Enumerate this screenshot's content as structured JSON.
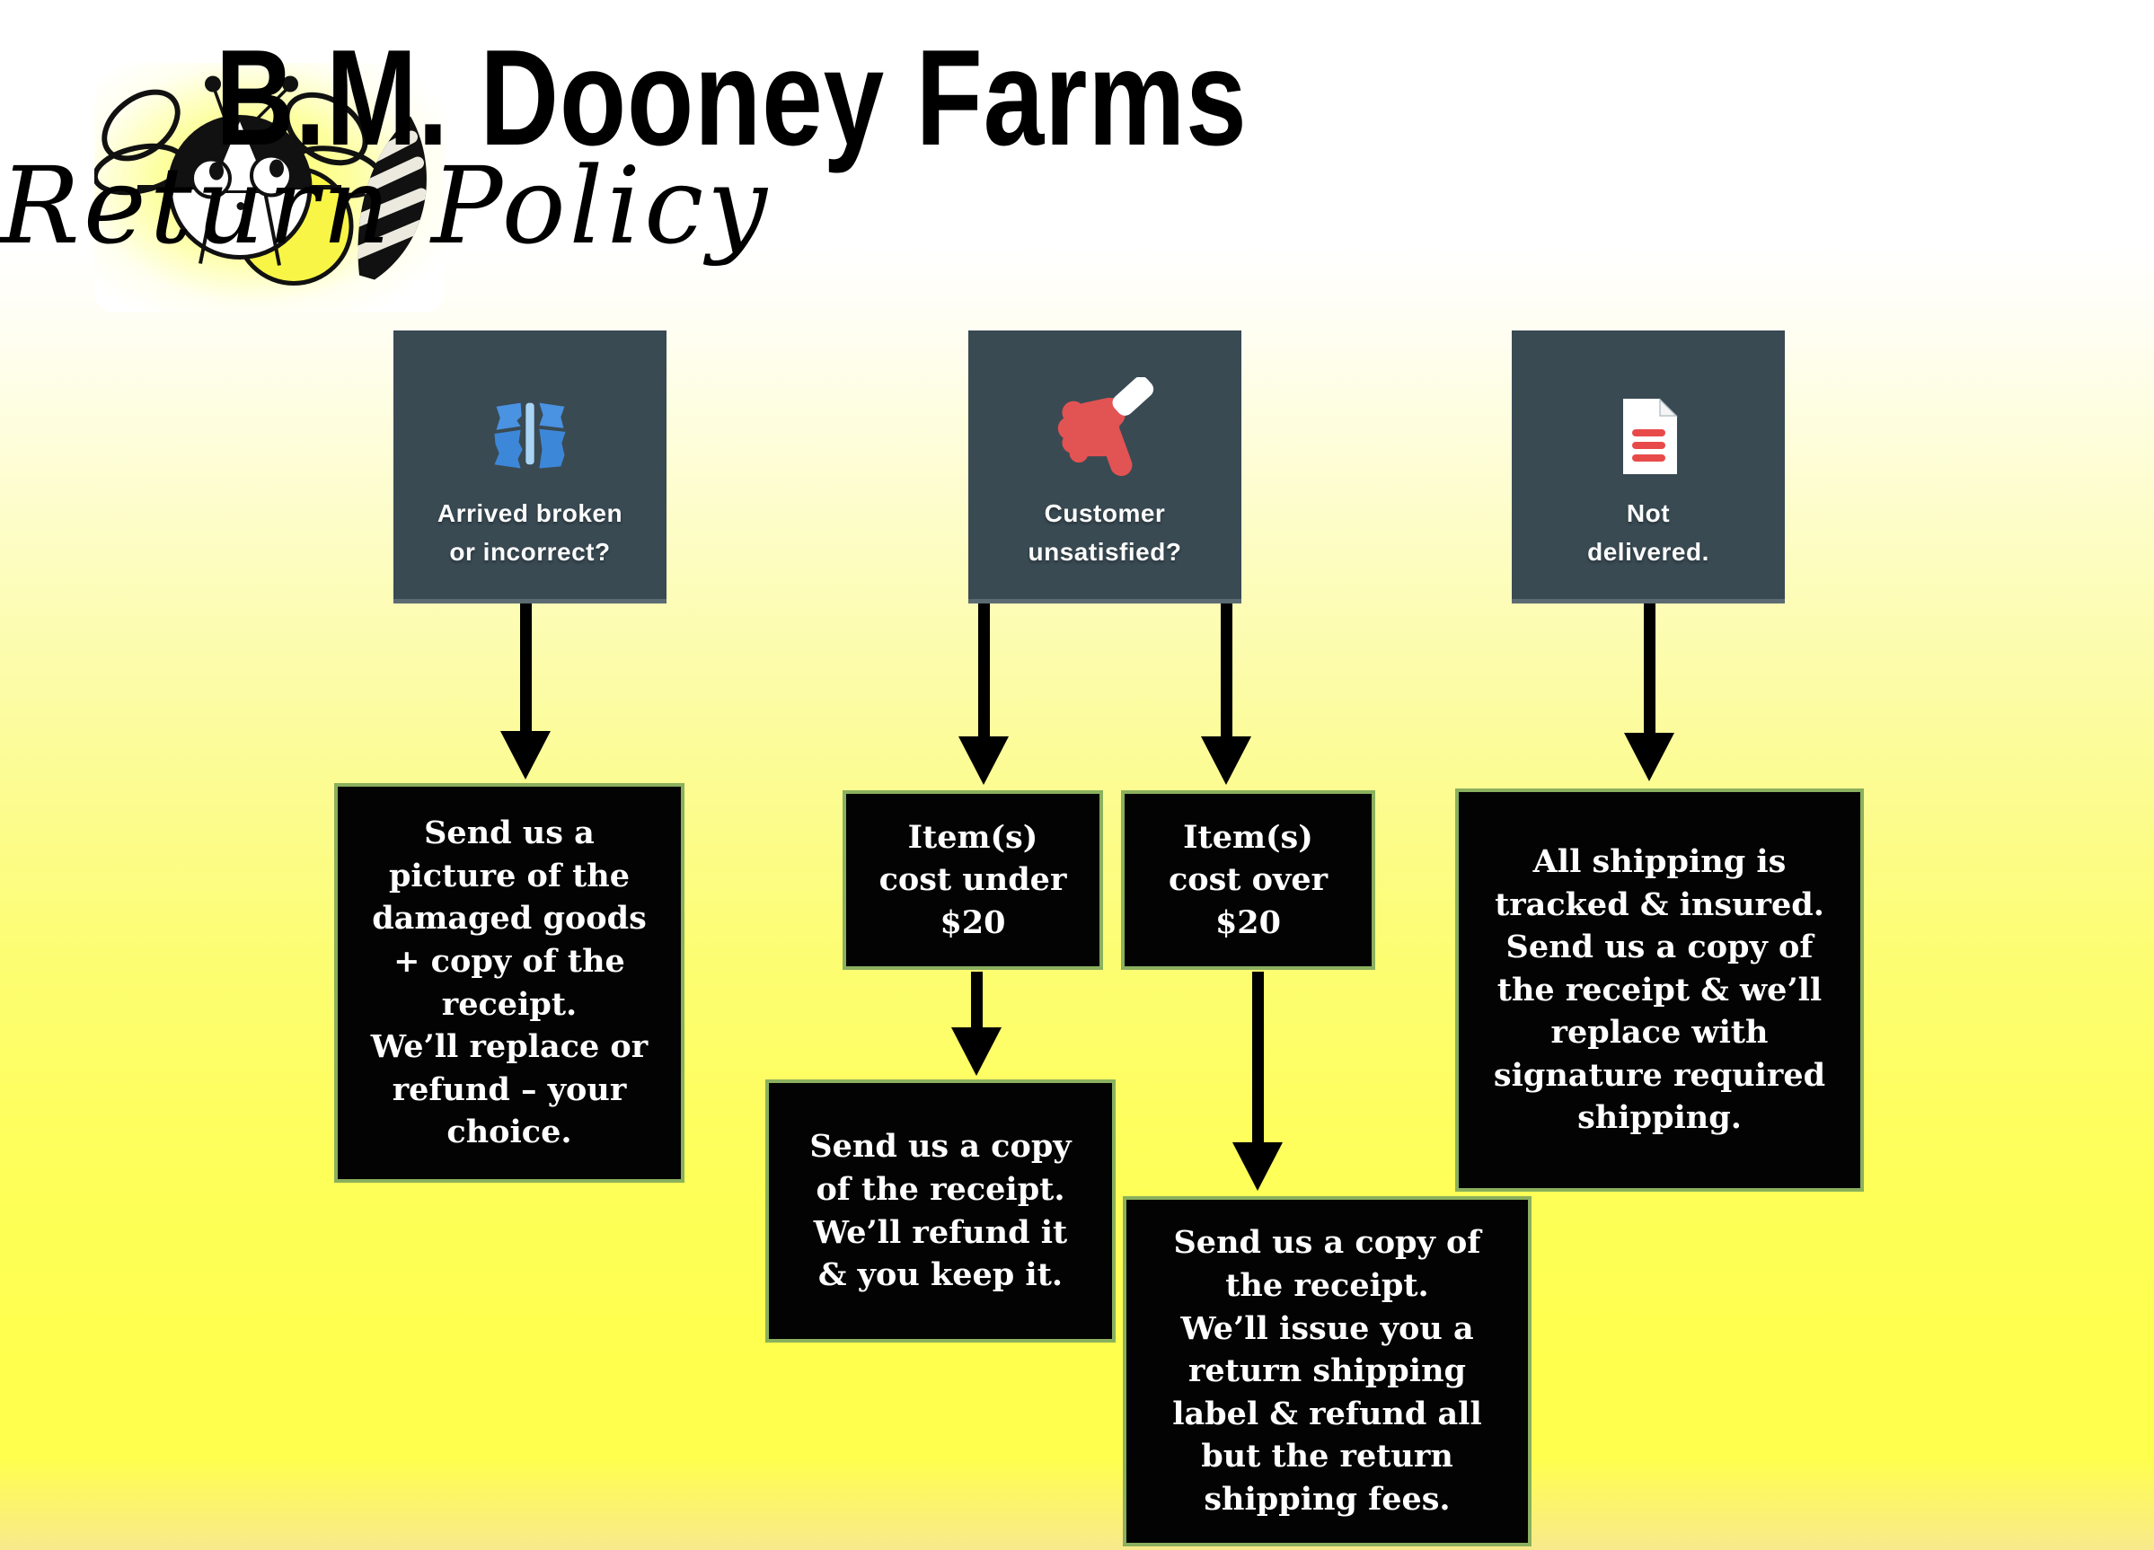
{
  "header": {
    "title": "B.M. Dooney Farms",
    "subtitle": "Return Policy"
  },
  "logo": {
    "name": "bee-logo"
  },
  "colors": {
    "condition_box": "#394a53",
    "outcome_bg": "#030303",
    "outcome_border": "#8bb05e",
    "arrow": "#000000",
    "background_yellow": "#ffff4e",
    "icon_blue": "#3f8bdd",
    "icon_blue_light": "#a9d4f4",
    "icon_red": "#e25353"
  },
  "flow": {
    "conditions": [
      {
        "id": "arrived-broken",
        "icon": "broken-package-icon",
        "label": "Arrived broken\nor incorrect?"
      },
      {
        "id": "customer-unsatisfied",
        "icon": "thumbs-down-icon",
        "label": "Customer\nunsatisfied?"
      },
      {
        "id": "not-delivered",
        "icon": "document-icon",
        "label": "Not\ndelivered."
      }
    ],
    "outcomes": {
      "broken_result": "Send us a\npicture of the\ndamaged goods\n+ copy of the\nreceipt.\nWe’ll replace or\nrefund – your\nchoice.",
      "under20": "Item(s)\ncost under\n$20",
      "over20": "Item(s)\ncost over\n$20",
      "under20_result": "Send us a copy\nof the receipt.\nWe’ll refund it\n& you keep it.",
      "over20_result": "Send us a copy of\nthe receipt.\nWe’ll issue you a\nreturn shipping\nlabel & refund all\nbut the return\nshipping fees.",
      "not_delivered_result": "All shipping is\ntracked & insured.\nSend us a copy of\nthe receipt  & we’ll\nreplace with\nsignature required\nshipping."
    }
  }
}
